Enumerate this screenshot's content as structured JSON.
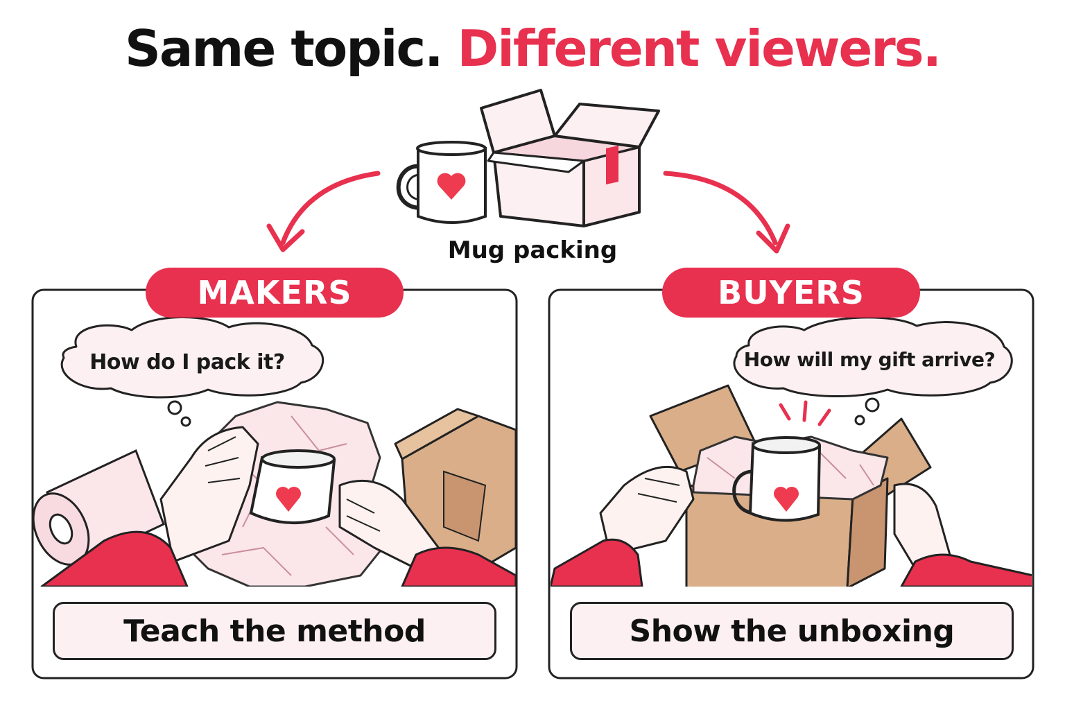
{
  "headline": {
    "part1": "Same topic.",
    "part2": "Different viewers."
  },
  "topic": {
    "label": "Mug packing",
    "icons": [
      "mug-heart-icon",
      "open-box-icon"
    ]
  },
  "panels": {
    "left": {
      "tag": "MAKERS",
      "thought": "How do I pack it?",
      "caption": "Teach the method",
      "illustration": "hands-wrapping-mug-in-paper"
    },
    "right": {
      "tag": "BUYERS",
      "thought": "How will my gift arrive?",
      "caption": "Show the unboxing",
      "illustration": "hands-unboxing-mug"
    }
  },
  "colors": {
    "accent": "#e8304f",
    "ink": "#111111",
    "paper_pink": "#fbe6ea",
    "caption_bg": "#fdf0f2",
    "cardboard": "#d9ae89",
    "skin": "#fdf2ef"
  }
}
